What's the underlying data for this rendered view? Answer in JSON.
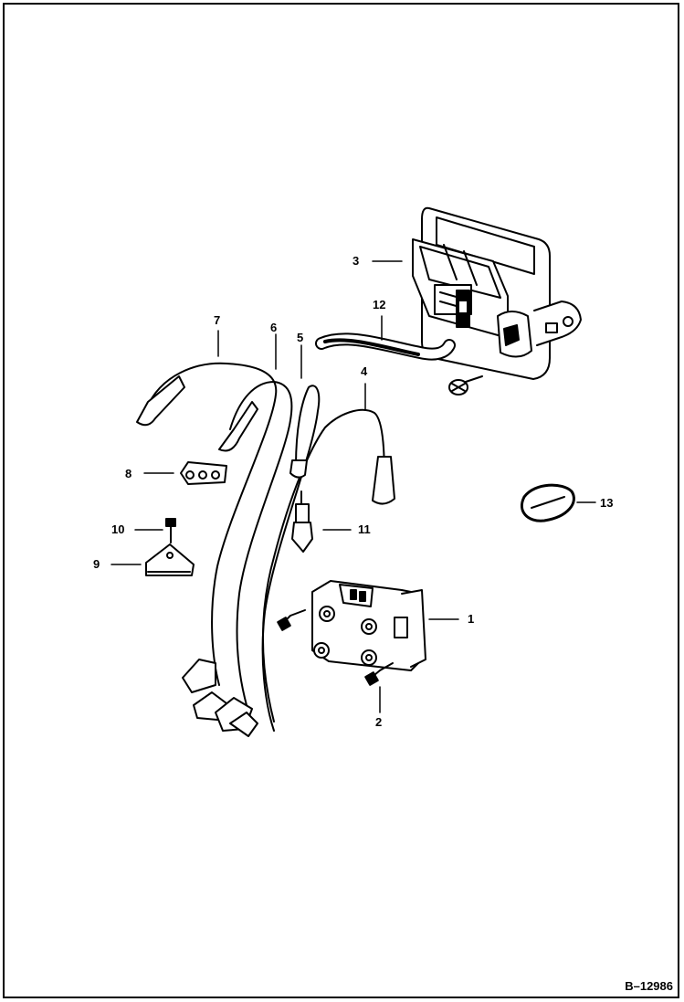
{
  "figure_id": "B–12986",
  "parts": {
    "p1": "1",
    "p2": "2",
    "p3": "3",
    "p4": "4",
    "p5": "5",
    "p6": "6",
    "p7": "7",
    "p8": "8",
    "p9": "9",
    "p10": "10",
    "p11": "11",
    "p12": "12",
    "p13": "13"
  }
}
